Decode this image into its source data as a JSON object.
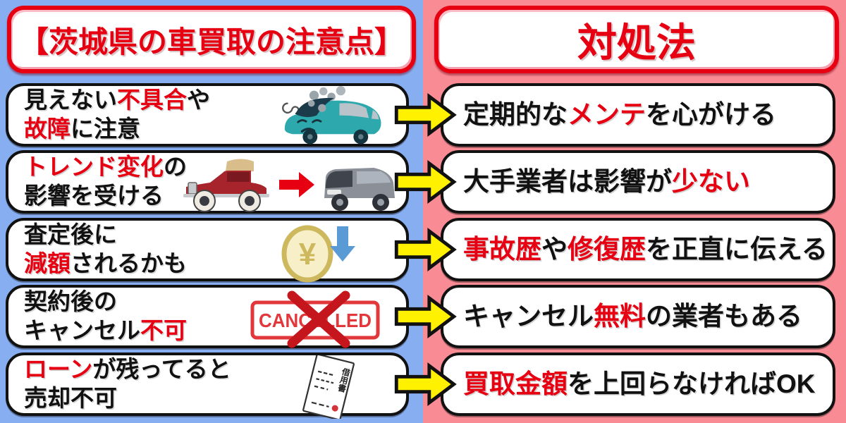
{
  "page": {
    "left_title": "【茨城県の車買取の注意点】",
    "right_title": "対処法"
  },
  "colors": {
    "bg_left": "#87AEF0",
    "bg_right": "#F98B95",
    "accent_red": "#E60012",
    "text_black": "#111111",
    "arrow_yellow": "#FFF100"
  },
  "rows": [
    {
      "problem": {
        "icon": "broken-car-icon",
        "lines": [
          [
            {
              "t": "見えない",
              "em": false
            },
            {
              "t": "不具合",
              "em": true
            },
            {
              "t": "や",
              "em": false
            }
          ],
          [
            {
              "t": "故障",
              "em": true
            },
            {
              "t": "に注意",
              "em": false
            }
          ]
        ]
      },
      "solution": {
        "segments": [
          {
            "t": "定期的な",
            "em": false
          },
          {
            "t": "メンテ",
            "em": true
          },
          {
            "t": "を心がける",
            "em": false
          }
        ]
      }
    },
    {
      "problem": {
        "icon": "trend-change-icon",
        "lines": [
          [
            {
              "t": "トレンド変化",
              "em": true
            },
            {
              "t": "の",
              "em": false
            }
          ],
          [
            {
              "t": "影響を受ける",
              "em": false
            }
          ]
        ]
      },
      "solution": {
        "segments": [
          {
            "t": "大手業者は影響が",
            "em": false
          },
          {
            "t": "少ない",
            "em": true
          }
        ]
      }
    },
    {
      "problem": {
        "icon": "price-drop-icon",
        "lines": [
          [
            {
              "t": "査定後に",
              "em": false
            }
          ],
          [
            {
              "t": "減額",
              "em": true
            },
            {
              "t": "されるかも",
              "em": false
            }
          ]
        ]
      },
      "solution": {
        "segments": [
          {
            "t": "事故歴",
            "em": true
          },
          {
            "t": "や",
            "em": false
          },
          {
            "t": "修復歴",
            "em": true
          },
          {
            "t": "を正直に伝える",
            "em": false
          }
        ]
      }
    },
    {
      "problem": {
        "icon": "cancelled-stamp-icon",
        "lines": [
          [
            {
              "t": "契約後の",
              "em": false
            }
          ],
          [
            {
              "t": "キャンセル",
              "em": false
            },
            {
              "t": "不可",
              "em": true
            }
          ]
        ]
      },
      "solution": {
        "segments": [
          {
            "t": "キャンセル",
            "em": false
          },
          {
            "t": "無料",
            "em": true
          },
          {
            "t": "の業者もある",
            "em": false
          }
        ]
      }
    },
    {
      "problem": {
        "icon": "loan-document-icon",
        "lines": [
          [
            {
              "t": "ローン",
              "em": true
            },
            {
              "t": "が残ってると",
              "em": false
            }
          ],
          [
            {
              "t": "売却不可",
              "em": false
            }
          ]
        ]
      },
      "solution": {
        "segments": [
          {
            "t": "買取金額",
            "em": true
          },
          {
            "t": "を上回らなければOK",
            "em": false
          }
        ]
      }
    }
  ],
  "illustrations": {
    "cancelled_label": "CANCELLED",
    "loan_doc_label": "借用書",
    "coin_symbol": "¥"
  }
}
